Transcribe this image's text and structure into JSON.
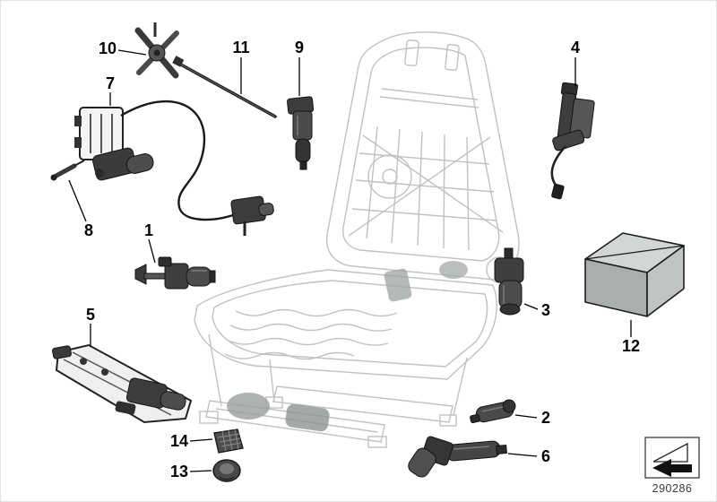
{
  "doc_number": "290286",
  "callouts": {
    "c1": {
      "label": "1"
    },
    "c2": {
      "label": "2"
    },
    "c3": {
      "label": "3"
    },
    "c4": {
      "label": "4"
    },
    "c5": {
      "label": "5"
    },
    "c6": {
      "label": "6"
    },
    "c7": {
      "label": "7"
    },
    "c8": {
      "label": "8"
    },
    "c9": {
      "label": "9"
    },
    "c10": {
      "label": "10"
    },
    "c11": {
      "label": "11"
    },
    "c12": {
      "label": "12"
    },
    "c13": {
      "label": "13"
    },
    "c14": {
      "label": "14"
    }
  },
  "icons": {
    "direction_arrow_icon": "left-pointing solid arrow over open triangle (vehicle front direction)"
  },
  "colors": {
    "part_fill": "#3e3e3e",
    "part_stroke": "#141414",
    "ghost_stroke": "#adadad",
    "background": "#ffffff"
  }
}
